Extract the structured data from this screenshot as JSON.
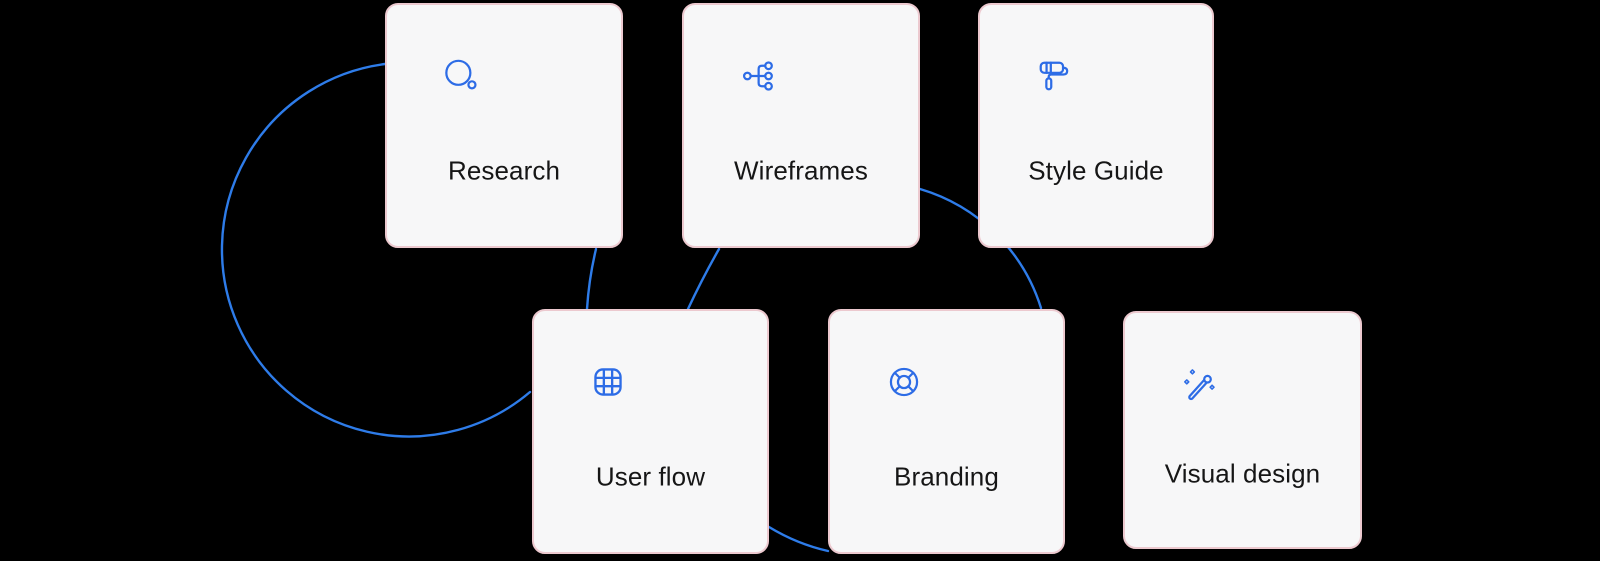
{
  "diagram": {
    "background_color": "#000000",
    "card_style": {
      "background_color": "#f7f7f8",
      "border_color": "#ecc9cf",
      "label_color": "#161616"
    },
    "accent": {
      "icon_color": "#2d6ce6",
      "connector_color": "#2e7ce9"
    },
    "nodes": [
      {
        "id": "research",
        "label": "Research",
        "icon": "search-icon"
      },
      {
        "id": "wireframes",
        "label": "Wireframes",
        "icon": "flow-icon"
      },
      {
        "id": "style_guide",
        "label": "Style Guide",
        "icon": "paint-roller-icon"
      },
      {
        "id": "user_flow",
        "label": "User flow",
        "icon": "grid-icon"
      },
      {
        "id": "branding",
        "label": "Branding",
        "icon": "lifebuoy-icon"
      },
      {
        "id": "visual_design",
        "label": "Visual design",
        "icon": "magic-wand-icon"
      }
    ],
    "edges": [
      {
        "from": "research",
        "to": "user_flow",
        "route": "large-left-loop"
      },
      {
        "from": "research",
        "to": "user_flow",
        "route": "direct"
      },
      {
        "from": "wireframes",
        "to": "user_flow",
        "route": "direct"
      },
      {
        "from": "wireframes",
        "to": "branding",
        "route": "behind-style-guide"
      },
      {
        "from": "user_flow",
        "to": "branding",
        "route": "direct-bottom"
      }
    ]
  }
}
